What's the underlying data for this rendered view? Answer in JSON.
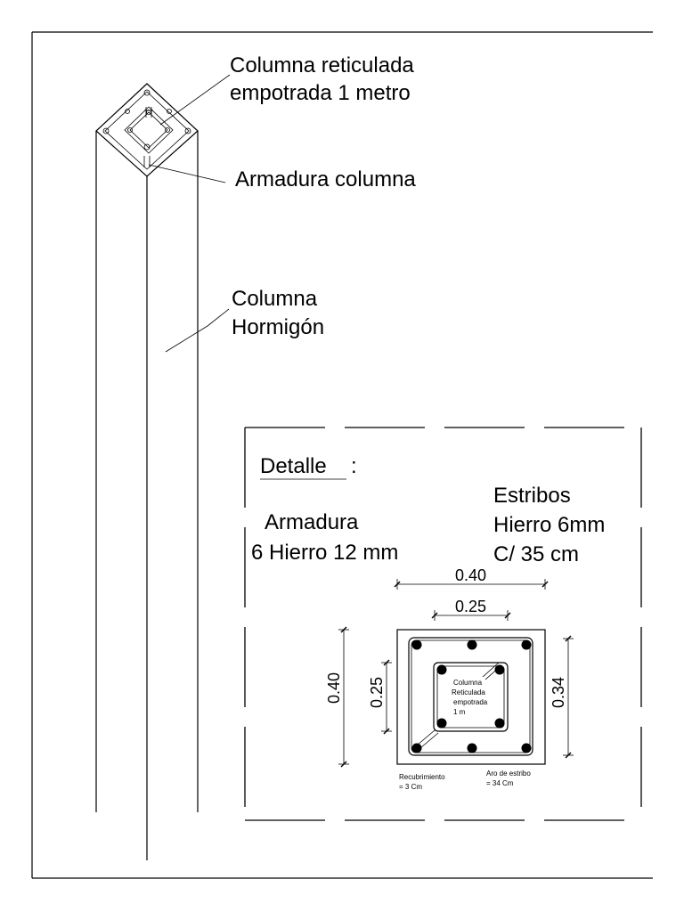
{
  "column_view": {
    "label_reticulated_line1": "Columna reticulada",
    "label_reticulated_line2": "empotrada 1 metro",
    "label_reinforcement": "Armadura columna",
    "label_concrete_line1": "Columna",
    "label_concrete_line2": "Hormigón"
  },
  "detail": {
    "title": "Detalle",
    "title_suffix": ":",
    "armadura_line1": "Armadura",
    "armadura_line2": "6 Hierro 12 mm",
    "estribos_line1": "Estribos",
    "estribos_line2": "Hierro 6mm",
    "estribos_line3": "C/ 35 cm",
    "dim_outer_width": "0.40",
    "dim_inner_width": "0.25",
    "dim_outer_height": "0.40",
    "dim_inner_height": "0.25",
    "dim_stirrup": "0.34",
    "inner_label_line1": "Columna",
    "inner_label_line2": "Reticulada",
    "inner_label_line3": "empotrada",
    "inner_label_line4": "1 m",
    "cover_label_line1": "Recubrimiento",
    "cover_label_line2": "= 3 Cm",
    "stirrup_label_line1": "Aro de estribo",
    "stirrup_label_line2": "= 34 Cm"
  }
}
